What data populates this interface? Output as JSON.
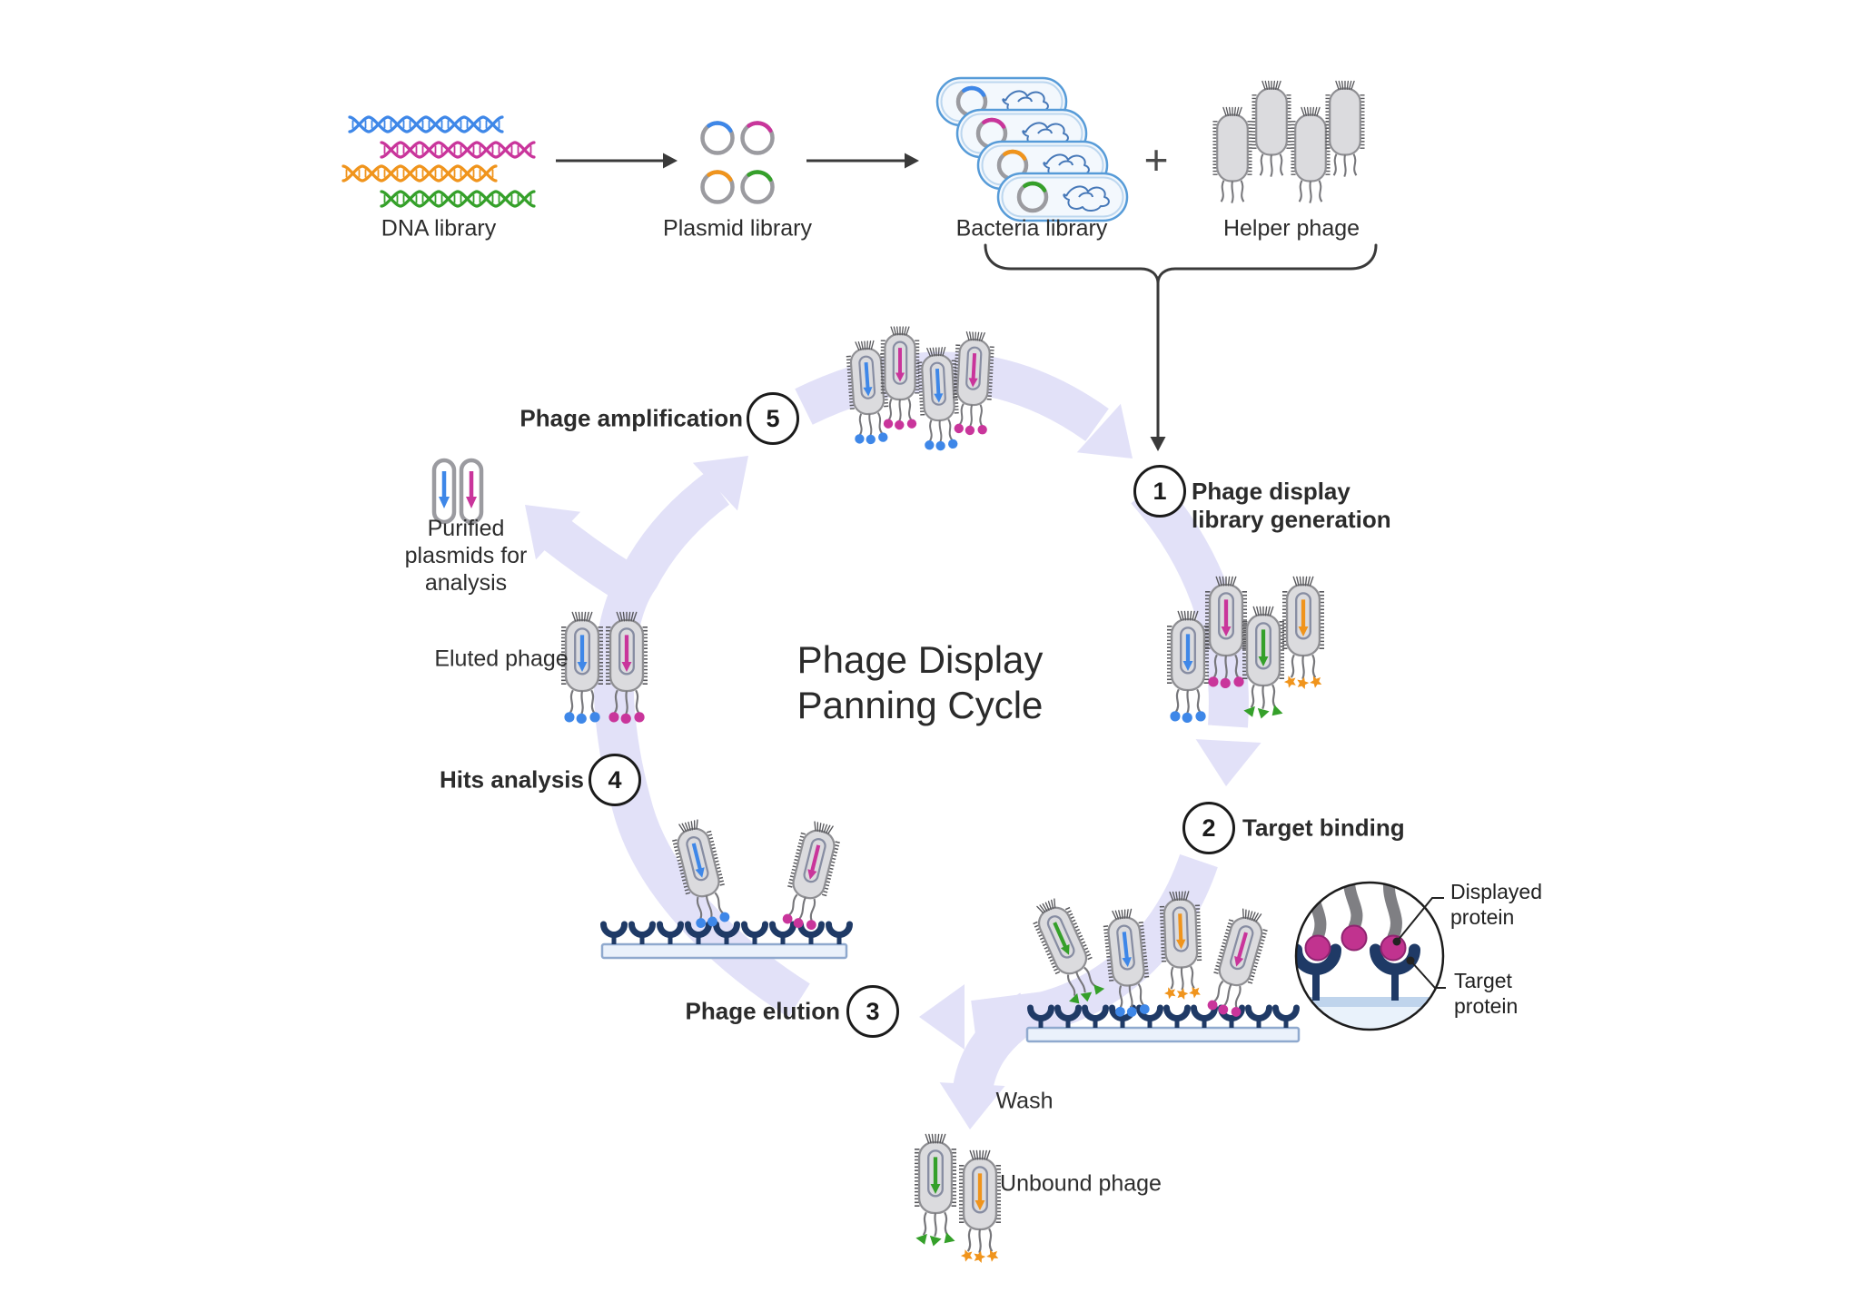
{
  "title": {
    "line1": "Phage Display",
    "line2": "Panning Cycle"
  },
  "top_flow": {
    "dna_label": "DNA library",
    "plasmid_label": "Plasmid library",
    "bacteria_label": "Bacteria library",
    "plus_sign": "+",
    "helper_label": "Helper phage"
  },
  "steps": [
    {
      "num": "1",
      "label_line1": "Phage display",
      "label_line2": "library generation"
    },
    {
      "num": "2",
      "label": "Target binding"
    },
    {
      "num": "3",
      "label": "Phage elution"
    },
    {
      "num": "4",
      "label": "Hits analysis"
    },
    {
      "num": "5",
      "label": "Phage amplification"
    }
  ],
  "annotations": {
    "eluted_phage": "Eluted phage",
    "purified_line1": "Purified",
    "purified_line2": "plasmids for",
    "purified_line3": "analysis",
    "wash": "Wash",
    "unbound_phage": "Unbound phage",
    "displayed_line1": "Displayed",
    "displayed_line2": "protein",
    "target_line1": "Target",
    "target_line2": "protein"
  },
  "palette": {
    "blue": "#3E87E8",
    "pink": "#C9359B",
    "orange": "#F0941C",
    "green": "#35A02A",
    "lavender": "#E2E1F8",
    "navy": "#1F3A66",
    "phage_body": "#DBDBDE",
    "phage_border": "#8F8F93",
    "phage_hair": "#58585C",
    "phage_leg": "#77777B",
    "phage_loop": "#878DA2",
    "plate_fill": "#EAF1FB",
    "plate_border": "#8FA9CE",
    "bacteria_border": "#569BD8",
    "bacteria_fill": "#F3F8FD",
    "bacteria_inner": "#BDD7EF",
    "bacteria_dna": "#4678B8",
    "plasmid_gray": "#9B9BA0",
    "strand_gray": "#7F7F83",
    "surface_band": "#BFD4EC",
    "surface_fill": "#E9F2FB",
    "arrow_black": "#3A3A3A",
    "magenta_display": "#C1338F",
    "text": "#2D2D2D"
  },
  "scenes": {
    "dna_strands": [
      "blue",
      "pink",
      "orange",
      "green"
    ],
    "plasmids": [
      "blue",
      "pink",
      "orange",
      "green"
    ],
    "bacteria": [
      "blue",
      "pink",
      "orange",
      "green"
    ],
    "helper_phage_count": 4,
    "library_generation_phages": [
      {
        "color": "blue",
        "foot": "circle"
      },
      {
        "color": "pink",
        "foot": "circle"
      },
      {
        "color": "green",
        "foot": "triangle"
      },
      {
        "color": "orange",
        "foot": "star"
      }
    ],
    "amplified_phages": [
      {
        "color": "blue",
        "foot": "circle"
      },
      {
        "color": "pink",
        "foot": "circle"
      },
      {
        "color": "blue",
        "foot": "circle"
      },
      {
        "color": "pink",
        "foot": "circle"
      }
    ],
    "target_binding_phages": [
      {
        "color": "green",
        "foot": "triangle",
        "bound": false
      },
      {
        "color": "blue",
        "foot": "circle",
        "bound": true
      },
      {
        "color": "orange",
        "foot": "star",
        "bound": false
      },
      {
        "color": "pink",
        "foot": "circle",
        "bound": true
      }
    ],
    "bound_phages": [
      {
        "color": "blue",
        "foot": "circle"
      },
      {
        "color": "pink",
        "foot": "circle"
      }
    ],
    "eluted_phages": [
      {
        "color": "blue",
        "foot": "circle"
      },
      {
        "color": "pink",
        "foot": "circle"
      }
    ],
    "unbound_phages": [
      {
        "color": "green",
        "foot": "triangle"
      },
      {
        "color": "orange",
        "foot": "star"
      }
    ],
    "purified_plasmids": [
      "blue",
      "pink"
    ]
  }
}
